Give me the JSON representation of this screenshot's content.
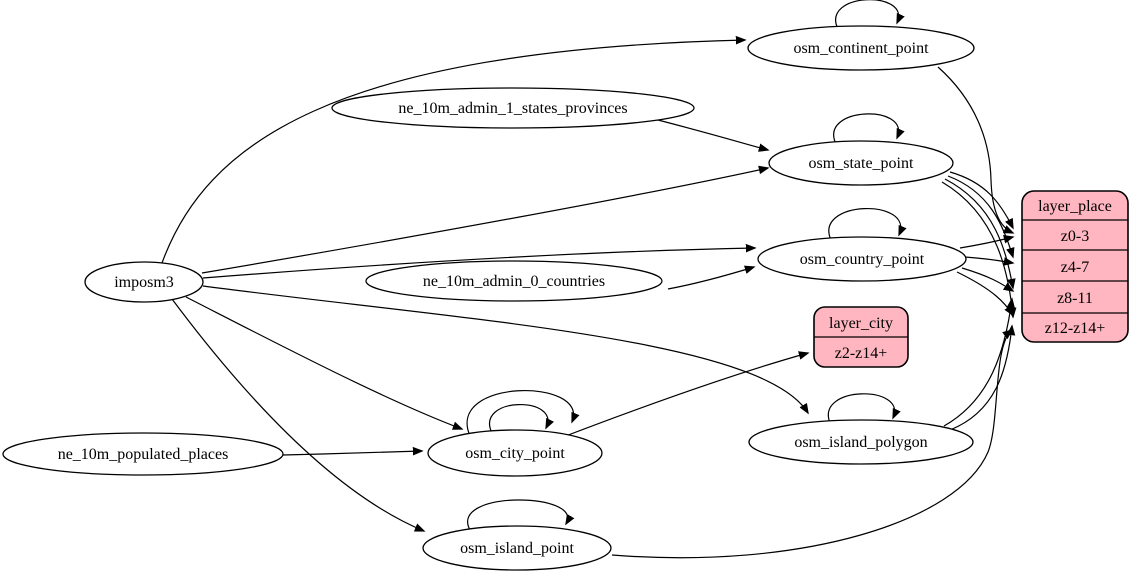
{
  "diagram": {
    "colors": {
      "background": "#ffffff",
      "node_fill": "#ffffff",
      "record_fill": "#ffb6c1",
      "stroke": "#000000"
    },
    "nodes": {
      "imposm3": "imposm3",
      "ne_10m_admin_1_states_provinces": "ne_10m_admin_1_states_provinces",
      "ne_10m_admin_0_countries": "ne_10m_admin_0_countries",
      "ne_10m_populated_places": "ne_10m_populated_places",
      "osm_continent_point": "osm_continent_point",
      "osm_state_point": "osm_state_point",
      "osm_country_point": "osm_country_point",
      "osm_city_point": "osm_city_point",
      "osm_island_polygon": "osm_island_polygon",
      "osm_island_point": "osm_island_point"
    },
    "records": {
      "layer_place": {
        "title": "layer_place",
        "rows": [
          "z0-3",
          "z4-7",
          "z8-11",
          "z12-z14+"
        ]
      },
      "layer_city": {
        "title": "layer_city",
        "rows": [
          "z2-z14+"
        ]
      }
    },
    "edges": [
      {
        "from": "imposm3",
        "to": "osm_continent_point"
      },
      {
        "from": "imposm3",
        "to": "osm_state_point"
      },
      {
        "from": "imposm3",
        "to": "osm_country_point"
      },
      {
        "from": "imposm3",
        "to": "osm_city_point"
      },
      {
        "from": "imposm3",
        "to": "osm_island_polygon"
      },
      {
        "from": "imposm3",
        "to": "osm_island_point"
      },
      {
        "from": "ne_10m_admin_1_states_provinces",
        "to": "osm_state_point"
      },
      {
        "from": "ne_10m_admin_0_countries",
        "to": "osm_country_point"
      },
      {
        "from": "ne_10m_populated_places",
        "to": "osm_city_point"
      },
      {
        "from": "osm_continent_point",
        "to": "osm_continent_point"
      },
      {
        "from": "osm_state_point",
        "to": "osm_state_point"
      },
      {
        "from": "osm_country_point",
        "to": "osm_country_point"
      },
      {
        "from": "osm_city_point",
        "to": "osm_city_point"
      },
      {
        "from": "osm_city_point",
        "to": "osm_city_point"
      },
      {
        "from": "osm_island_polygon",
        "to": "osm_island_polygon"
      },
      {
        "from": "osm_island_point",
        "to": "osm_island_point"
      },
      {
        "from": "osm_continent_point",
        "to": "layer_place:z0-3"
      },
      {
        "from": "osm_state_point",
        "to": "layer_place:z0-3"
      },
      {
        "from": "osm_state_point",
        "to": "layer_place:z4-7"
      },
      {
        "from": "osm_state_point",
        "to": "layer_place:z8-11"
      },
      {
        "from": "osm_state_point",
        "to": "layer_place:z12-z14+"
      },
      {
        "from": "osm_country_point",
        "to": "layer_place:z0-3"
      },
      {
        "from": "osm_country_point",
        "to": "layer_place:z4-7"
      },
      {
        "from": "osm_country_point",
        "to": "layer_place:z8-11"
      },
      {
        "from": "osm_country_point",
        "to": "layer_place:z12-z14+"
      },
      {
        "from": "osm_city_point",
        "to": "layer_city:z2-z14+"
      },
      {
        "from": "osm_island_polygon",
        "to": "layer_place:z8-11"
      },
      {
        "from": "osm_island_polygon",
        "to": "layer_place:z12-z14+"
      },
      {
        "from": "osm_island_point",
        "to": "layer_place:z12-z14+"
      }
    ]
  }
}
